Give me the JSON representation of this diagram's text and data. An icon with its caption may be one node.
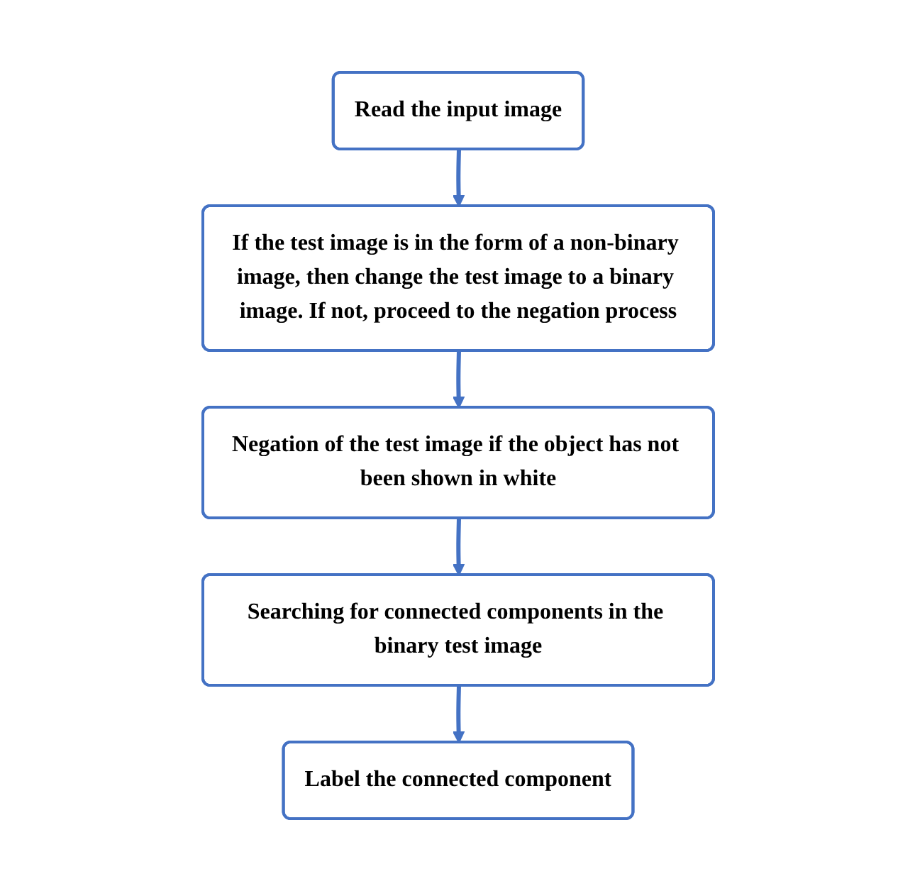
{
  "diagram": {
    "nodes": [
      {
        "text": [
          "Read the input image"
        ]
      },
      {
        "text": [
          "If the test image is in the form of a non-binary image, then change the test image to a binary image. If not, proceed to the negation process"
        ]
      },
      {
        "text": [
          "Negation of the test image if the object has not been shown in white"
        ]
      },
      {
        "text": [
          "Searching for connected components in the binary test image"
        ]
      },
      {
        "text": [
          "Label the connected component"
        ]
      }
    ],
    "edges": [
      {
        "from": 0,
        "to": 1,
        "arrow": "to"
      },
      {
        "from": 1,
        "to": 2,
        "arrow": "to"
      },
      {
        "from": 2,
        "to": 3,
        "arrow": "to"
      },
      {
        "from": 3,
        "to": 4,
        "arrow": "to"
      }
    ]
  }
}
